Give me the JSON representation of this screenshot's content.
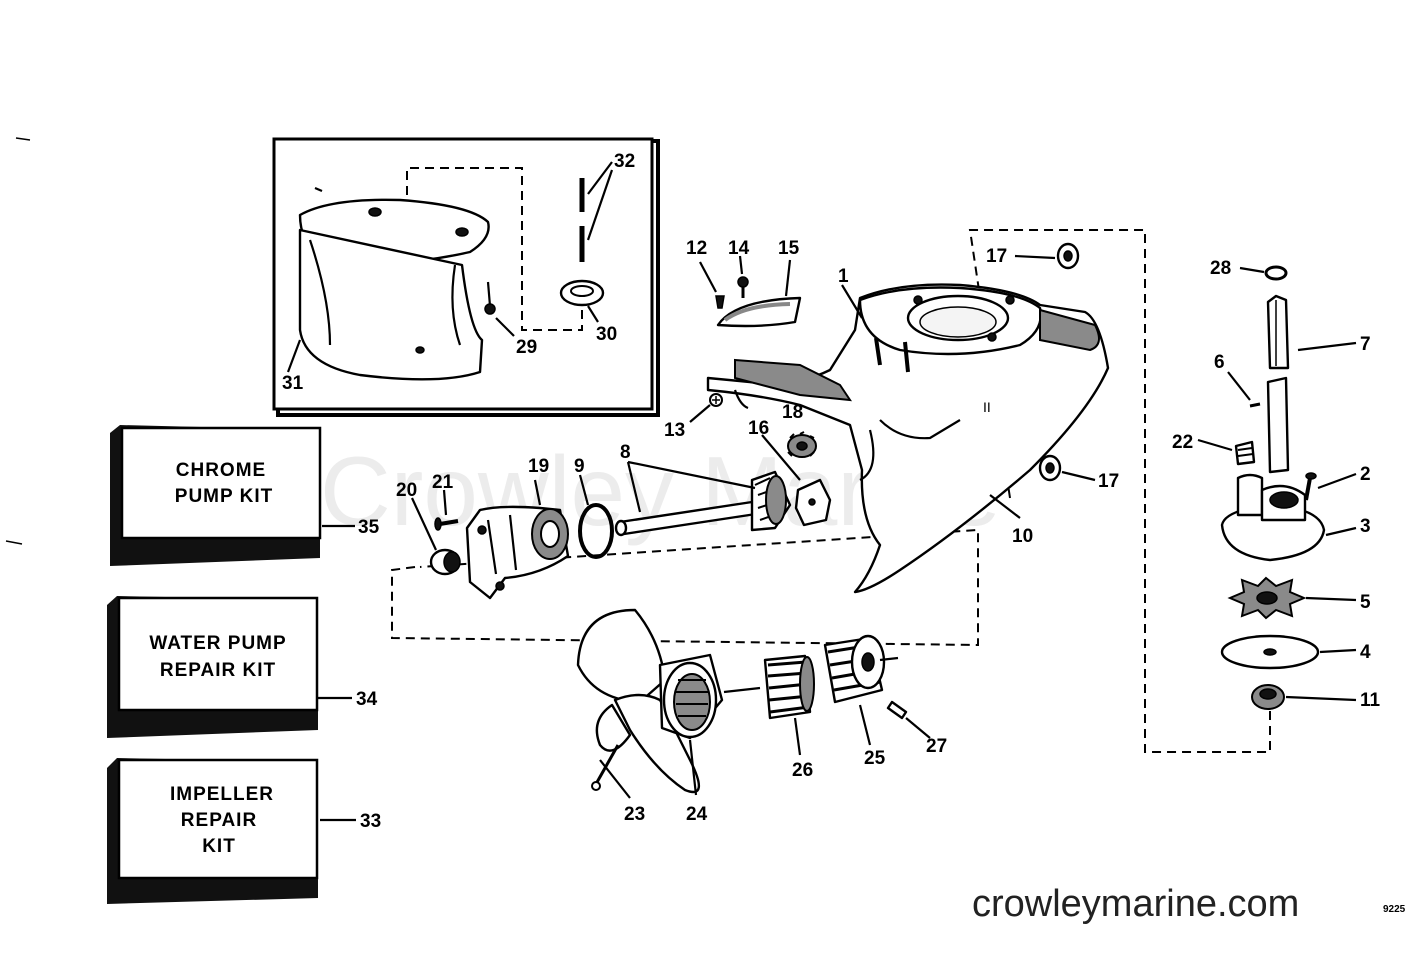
{
  "watermark": "Crowley Marine",
  "footer": {
    "site": "crowleymarine.com",
    "ref_code": "9225"
  },
  "kits": [
    {
      "id": "chrome-pump-kit",
      "lines": [
        "CHROME",
        "PUMP KIT"
      ],
      "callout": "35"
    },
    {
      "id": "water-pump-repair-kit",
      "lines": [
        "WATER PUMP",
        "REPAIR KIT"
      ],
      "callout": "34"
    },
    {
      "id": "impeller-repair-kit",
      "lines": [
        "IMPELLER",
        "REPAIR",
        "KIT"
      ],
      "callout": "33"
    }
  ],
  "callouts": {
    "c1": "1",
    "c2": "2",
    "c3": "3",
    "c4": "4",
    "c5": "5",
    "c6": "6",
    "c7": "7",
    "c8": "8",
    "c9": "9",
    "c10": "10",
    "c11": "11",
    "c12": "12",
    "c13": "13",
    "c14": "14",
    "c15": "15",
    "c16": "16",
    "c17a": "17",
    "c17b": "17",
    "c18": "18",
    "c19": "19",
    "c20": "20",
    "c21": "21",
    "c22": "22",
    "c23": "23",
    "c24": "24",
    "c25": "25",
    "c26": "26",
    "c27": "27",
    "c28": "28",
    "c29": "29",
    "c30": "30",
    "c31": "31",
    "c32": "32"
  }
}
